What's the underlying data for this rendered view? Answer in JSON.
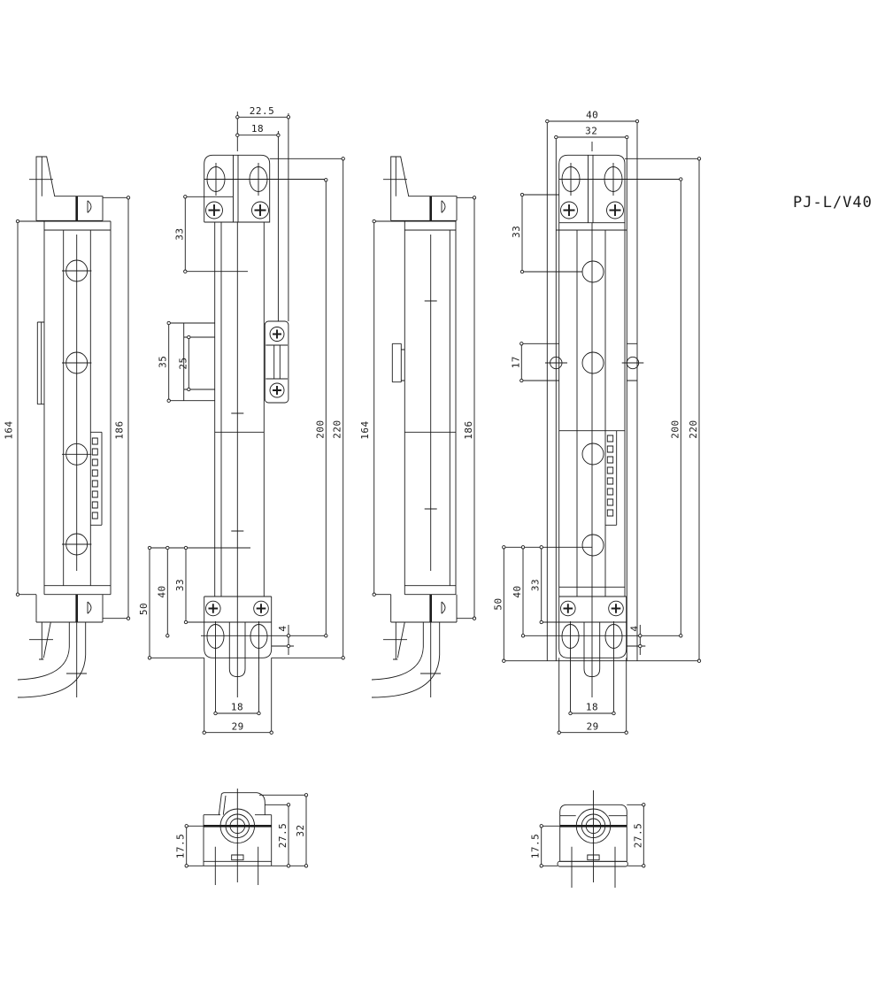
{
  "title": "PJ-L/V40",
  "views": {
    "side_left": {
      "dims": {
        "h164": "164",
        "h186": "186"
      }
    },
    "front_left": {
      "dims": {
        "w22_5": "22.5",
        "w18": "18",
        "t33": "33",
        "s35": "35",
        "s25": "25",
        "h200": "200",
        "h220": "220",
        "b50": "50",
        "b40": "40",
        "b33": "33",
        "b4": "4",
        "b18": "18",
        "b29": "29"
      }
    },
    "side_right": {
      "dims": {
        "h164": "164",
        "h186": "186"
      }
    },
    "front_right": {
      "dims": {
        "w40": "40",
        "w32": "32",
        "t33": "33",
        "m17": "17",
        "h200": "200",
        "h220": "220",
        "b50": "50",
        "b40": "40",
        "b33": "33",
        "b4": "4",
        "b18": "18",
        "b29": "29"
      }
    },
    "section_left": {
      "dims": {
        "d17_5": "17.5",
        "d27_5": "27.5",
        "d32": "32"
      }
    },
    "section_right": {
      "dims": {
        "d17_5": "17.5",
        "d27_5": "27.5"
      }
    }
  }
}
